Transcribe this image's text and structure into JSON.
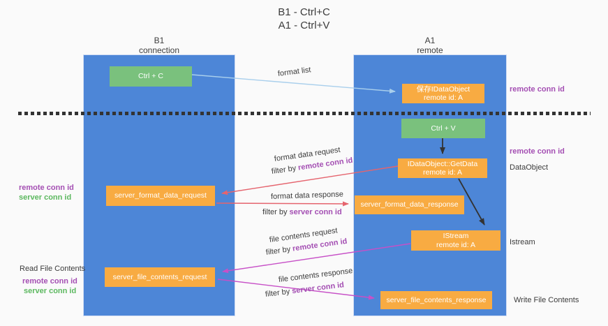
{
  "title": {
    "line1": "B1 - Ctrl+C",
    "line2": "A1 - Ctrl+V"
  },
  "lanes": {
    "left": {
      "name": "B1",
      "subtitle": "connection"
    },
    "right": {
      "name": "A1",
      "subtitle": "remote"
    }
  },
  "nodes": {
    "ctrl_c": {
      "label": "Ctrl + C"
    },
    "save_dataobject": {
      "line1": "保存IDataObject",
      "line2": "remote id: A"
    },
    "ctrl_v": {
      "label": "Ctrl + V"
    },
    "getdata": {
      "line1": "IDataObject::GetData",
      "line2": "remote id: A"
    },
    "server_format_data_request": {
      "label": "server_format_data_request"
    },
    "server_format_data_response": {
      "label": "server_format_data_response"
    },
    "istream": {
      "line1": "IStream",
      "line2": "remote id: A"
    },
    "server_file_contents_request": {
      "label": "server_file_contents_request"
    },
    "server_file_contents_response": {
      "label": "server_file_contents_response"
    }
  },
  "flow_labels": {
    "format_list": "format list",
    "format_data_request": "format data request",
    "format_data_response": "format data response",
    "file_contents_request": "file contents request",
    "file_contents_response": "file contents response",
    "filter_by": "filter by ",
    "remote_conn_id": "remote conn id",
    "server_conn_id": "server conn id"
  },
  "side_labels": {
    "left_remote_conn_id": "remote conn id",
    "left_server_conn_id": "server conn id",
    "read_file_contents": "Read File Contents",
    "left_remote_conn_id2": "remote conn id",
    "left_server_conn_id2": "server conn id",
    "right_remote_conn_id_top": "remote conn id",
    "right_remote_conn_id_mid": "remote conn id",
    "dataobject": "DataObject",
    "istream": "Istream",
    "write_file_contents": "Write File Contents"
  },
  "colors": {
    "lane_blue": "#4d86d7",
    "node_orange": "#f8ab42",
    "node_green": "#7ac17d",
    "arrow_blue": "#a9cfec",
    "arrow_red": "#e5646e",
    "arrow_magenta": "#c750c7",
    "arrow_black": "#333333",
    "purple_text": "#a44fb3",
    "green_text": "#5cb85f",
    "background": "#fafafa"
  }
}
